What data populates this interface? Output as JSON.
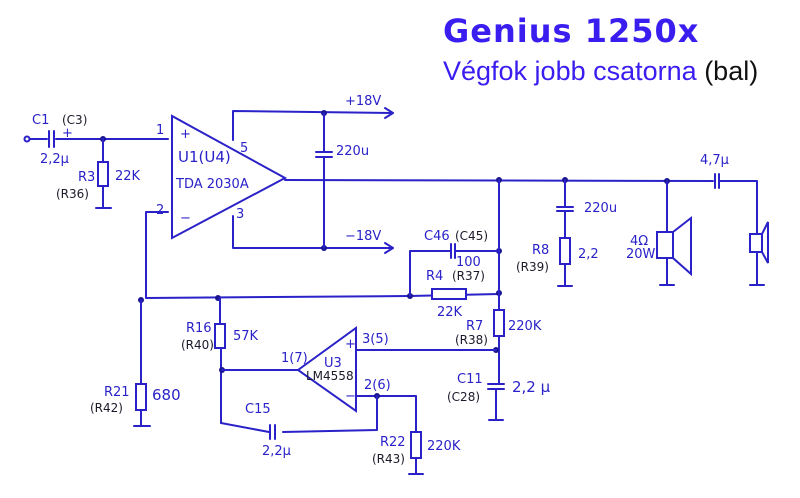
{
  "header": {
    "title": "Genius 1250x",
    "subtitle": "Végfok jobb csatorna",
    "subtitle_paren": "(bal)"
  },
  "colors": {
    "ink": "#2a22c8",
    "title": "#3a1ef0",
    "alt_designator": "#1a1a2a"
  },
  "components": {
    "c1": {
      "ref": "C1",
      "alt": "(C3)",
      "value": "2,2µ",
      "polarity": "+"
    },
    "r3": {
      "ref": "R3",
      "alt": "(R36)",
      "value": "22K"
    },
    "u1": {
      "ref": "U1(U4)",
      "part": "TDA 2030A",
      "pin_in_plus": "1",
      "pin_in_minus": "2",
      "pin_vpos": "5",
      "pin_vneg": "3",
      "plus_sign": "+",
      "minus_sign": "−"
    },
    "c_supply": {
      "value": "220u"
    },
    "vpos": {
      "label": "+18V"
    },
    "vneg": {
      "label": "−18V"
    },
    "c46": {
      "ref": "C46",
      "alt": "(C45)",
      "value": "100"
    },
    "r4": {
      "ref": "R4",
      "alt": "(R37)",
      "value": "22K"
    },
    "r7": {
      "ref": "R7",
      "alt": "(R38)",
      "value": "220K"
    },
    "c_zobel": {
      "value": "220u"
    },
    "r8": {
      "ref": "R8",
      "alt": "(R39)",
      "value": "2,2"
    },
    "c_tweeter": {
      "value": "4,7µ"
    },
    "woofer": {
      "impedance": "4Ω",
      "power": "20W"
    },
    "r16": {
      "ref": "R16",
      "alt": "(R40)",
      "value": "57K"
    },
    "u3": {
      "ref": "U3",
      "part": "LM4558",
      "pin_out": "1(7)",
      "pin_plus": "3(5)",
      "pin_minus": "2(6)",
      "plus_sign": "+",
      "minus_sign": "−"
    },
    "r21": {
      "ref": "R21",
      "alt": "(R42)",
      "value": "680"
    },
    "c15": {
      "ref": "C15",
      "value": "2,2µ"
    },
    "r22": {
      "ref": "R22",
      "alt": "(R43)",
      "value": "220K"
    },
    "c11": {
      "ref": "C11",
      "alt": "(C28)",
      "value": "2,2 µ"
    }
  }
}
